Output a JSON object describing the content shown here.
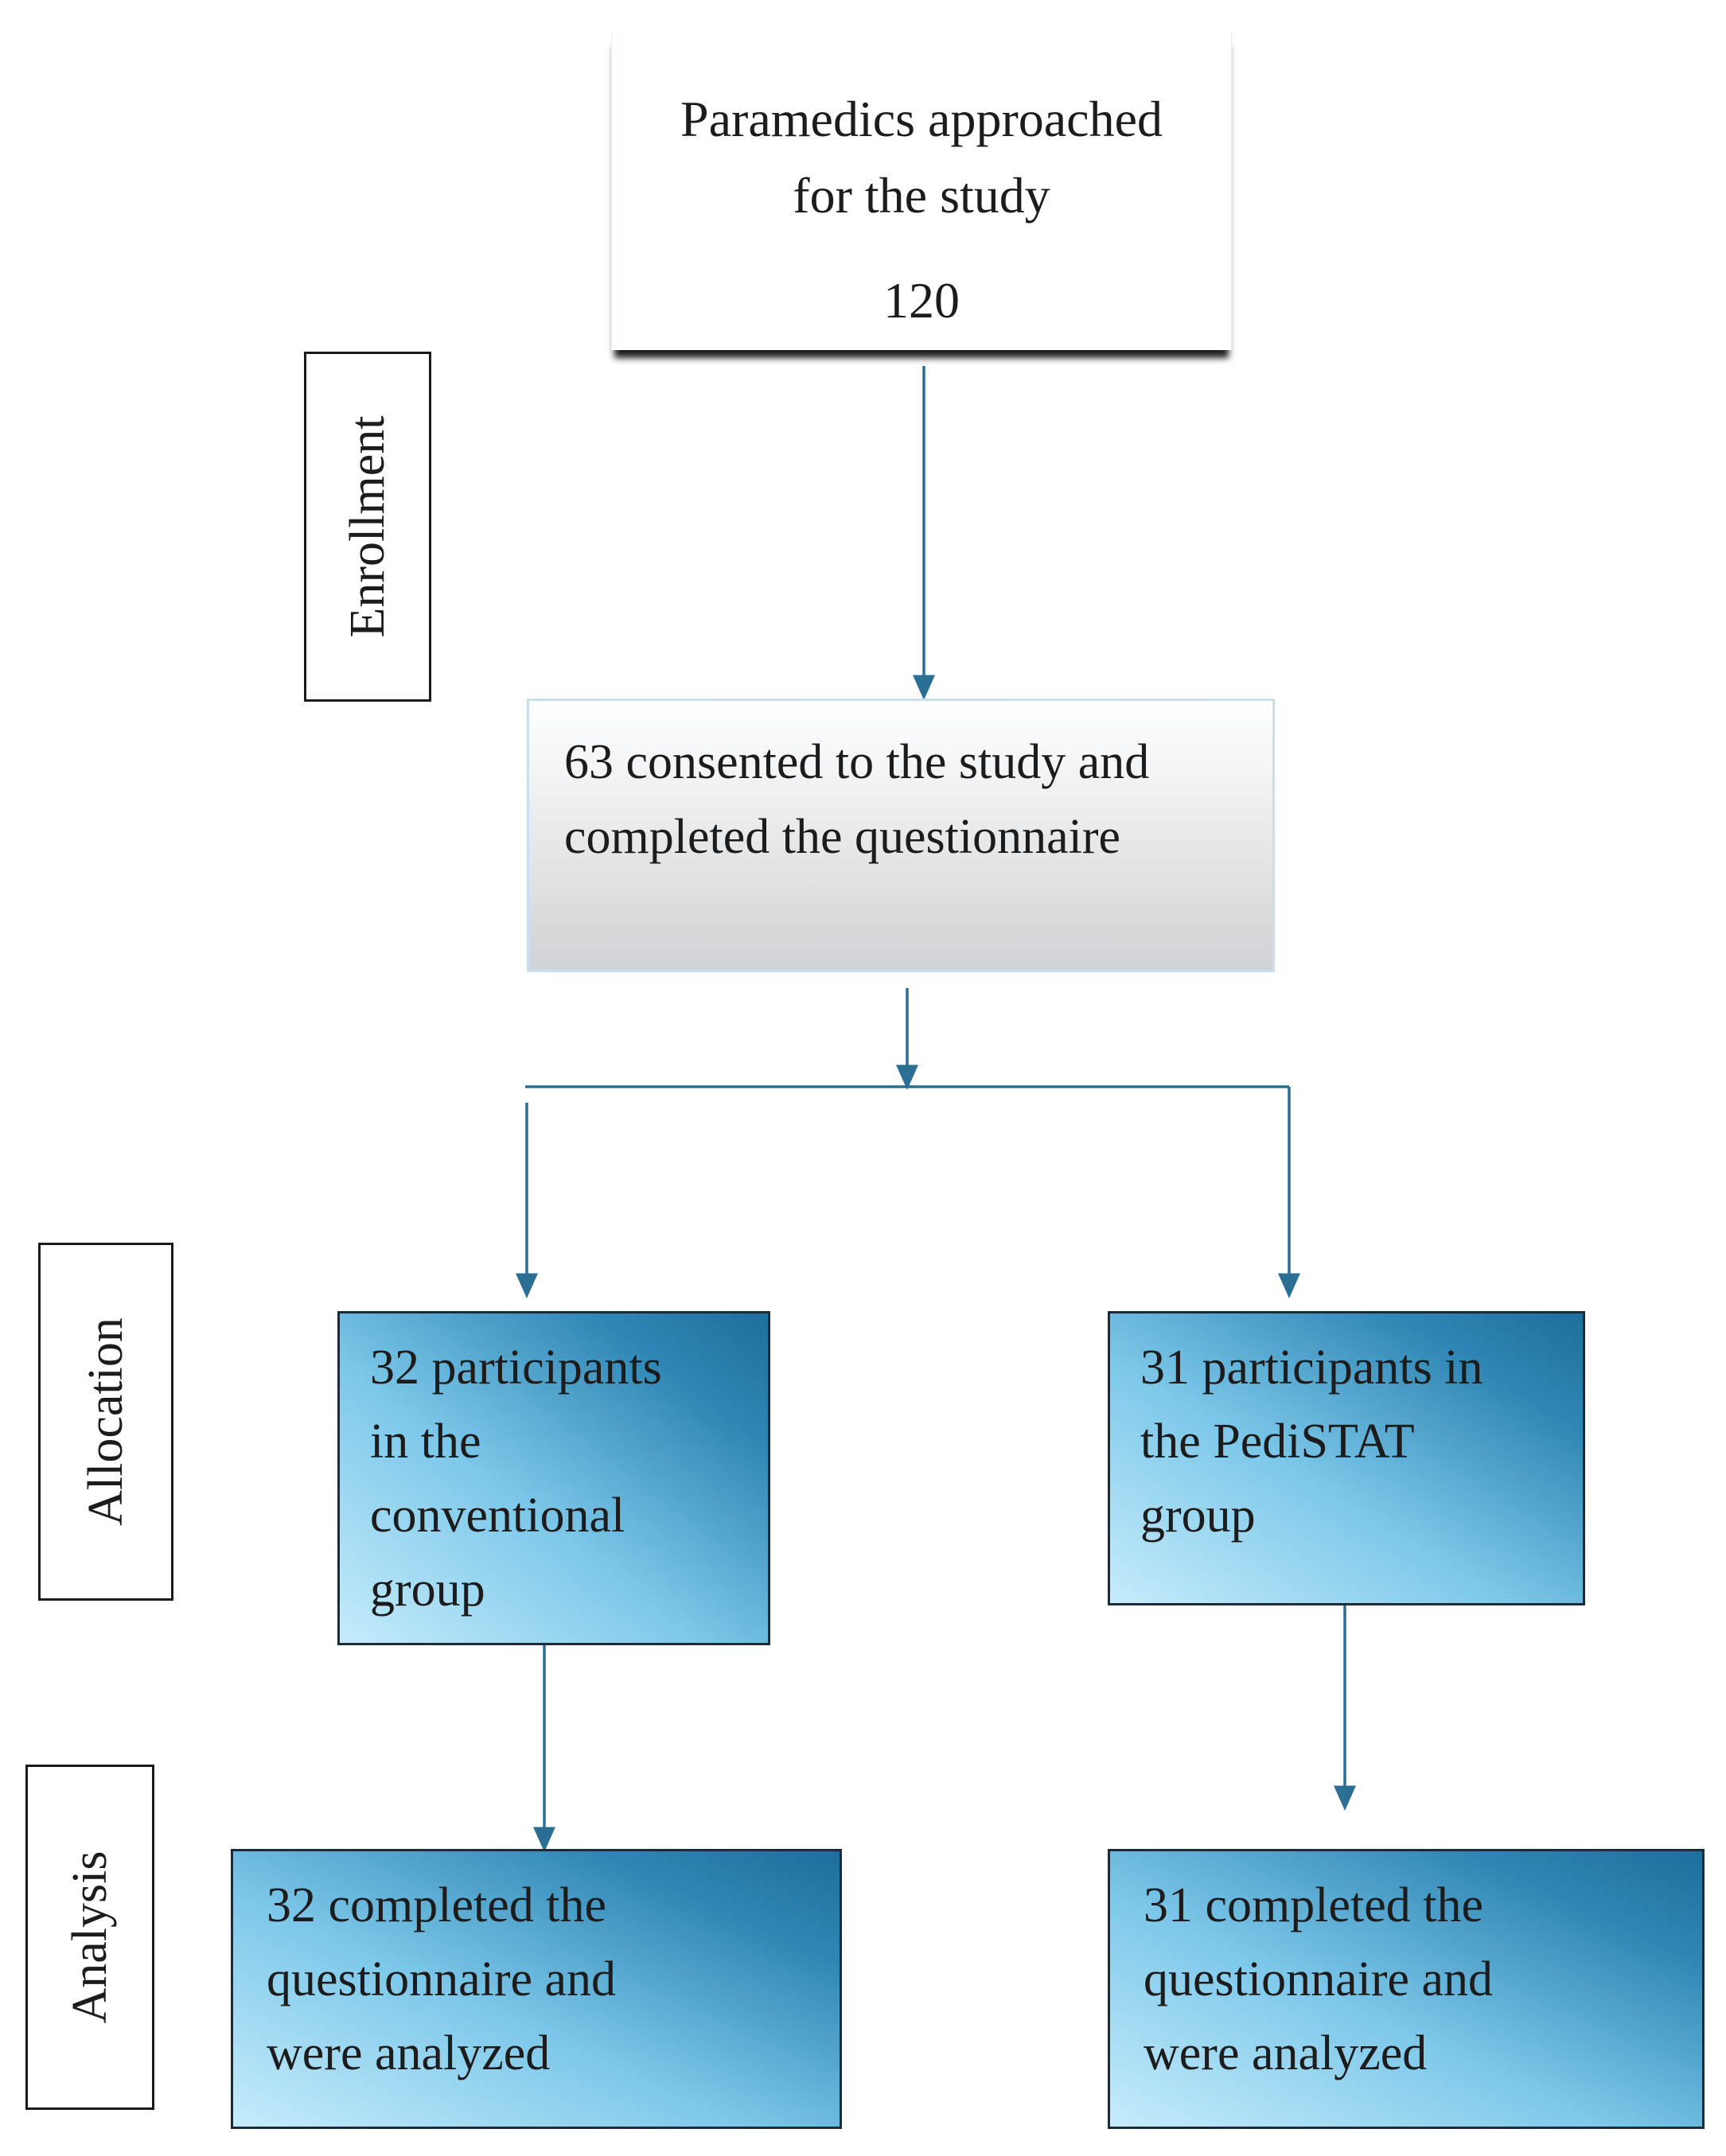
{
  "boxes": {
    "approached": {
      "line1": "Paramedics approached\nfor the study",
      "count": "120"
    },
    "consented": {
      "text": "63 consented to the study and\ncompleted the questionnaire"
    },
    "conventional": {
      "text": "32 participants\nin the\nconventional\ngroup"
    },
    "pedistat": {
      "text": "31 participants in\nthe PediSTAT\ngroup"
    },
    "analyzed_conventional": {
      "text": "32  completed  the\nquestionnaire and\nwere analyzed"
    },
    "analyzed_pedistat": {
      "text": "31  completed  the\nquestionnaire and\nwere analyzed"
    }
  },
  "stages": {
    "enrollment": "Enrollment",
    "allocation": "Allocation",
    "analysis": "Analysis"
  },
  "colors": {
    "arrow": "#2b6f94",
    "box_gradient_dark": "#1d6e9c",
    "box_gradient_light": "#c6ecfb"
  }
}
